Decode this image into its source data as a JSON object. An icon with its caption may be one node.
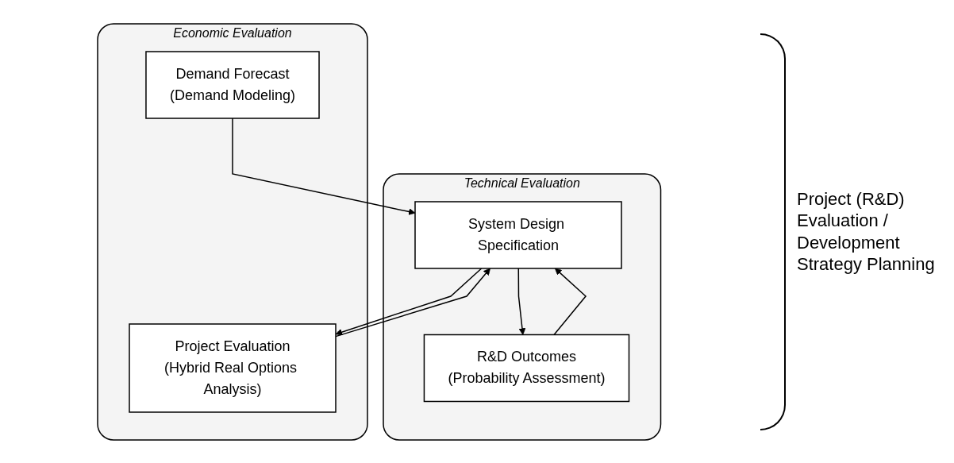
{
  "diagram": {
    "nodes": [
      {
        "text": [
          "Economic Evaluation"
        ]
      },
      {
        "text": [
          "Demand Forecast",
          "(Demand Modeling)"
        ],
        "in": 0
      },
      {
        "text": [
          "Project Evaluation",
          "(Hybrid Real Options Analysis)"
        ],
        "in": 0
      },
      {
        "text": [
          "Technical Evaluation"
        ]
      },
      {
        "text": [
          "System Design Specification"
        ],
        "in": 3
      },
      {
        "text": [
          "R&D Outcomes",
          "(Probability Assessment)"
        ],
        "in": 3
      }
    ],
    "edges": [
      {
        "from": 1,
        "to": 4,
        "arrow": "to"
      },
      {
        "from": 4,
        "to": 2,
        "arrow": "to"
      },
      {
        "from": 2,
        "to": 4,
        "arrow": "to"
      },
      {
        "from": 4,
        "to": 5,
        "arrow": "to"
      },
      {
        "from": 5,
        "to": 4,
        "arrow": "to"
      }
    ],
    "labels": [
      "Project (R&D) Evaluation / Development Strategy Planning"
    ]
  }
}
